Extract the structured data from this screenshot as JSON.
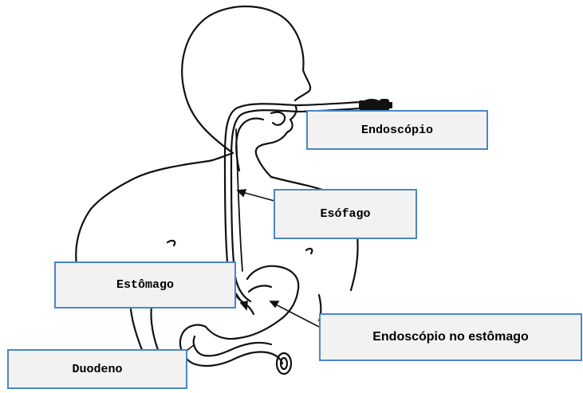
{
  "diagram": {
    "labels": {
      "endoscope": "Endoscópio",
      "esophagus": "Esófago",
      "stomach": "Estômago",
      "endoscope_in_stomach": "Endoscópio no estômago",
      "duodenum": "Duodeno"
    },
    "colors": {
      "box_border": "#4a86c8",
      "box_fill": "#f2f2f2",
      "line_art": "#111111"
    }
  }
}
